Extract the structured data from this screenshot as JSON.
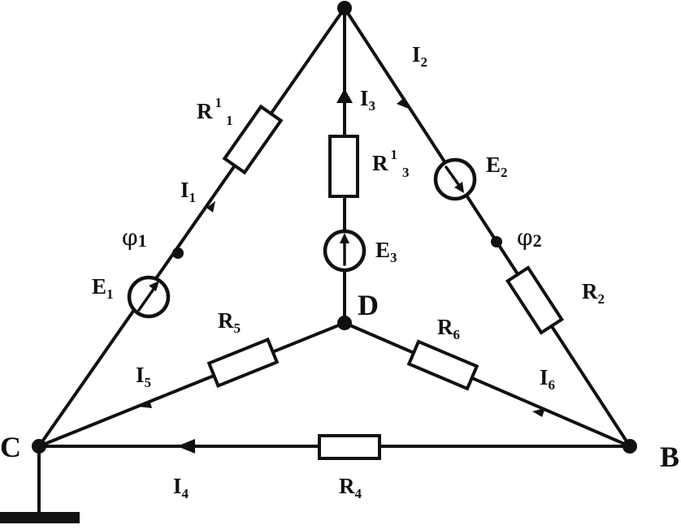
{
  "diagram": {
    "nodes": {
      "C": "C",
      "D": "D",
      "B": "B"
    },
    "potentials": {
      "phi1": {
        "symbol": "φ",
        "index": "1"
      },
      "phi2": {
        "symbol": "φ",
        "index": "2"
      }
    },
    "resistors": {
      "R11": {
        "main": "R",
        "sup": "1",
        "sub": "1"
      },
      "R13": {
        "main": "R",
        "sup": "1",
        "sub": "3"
      },
      "R2": {
        "main": "R",
        "sub": "2"
      },
      "R4": {
        "main": "R",
        "sub": "4"
      },
      "R5": {
        "main": "R",
        "sub": "5"
      },
      "R6": {
        "main": "R",
        "sub": "6"
      }
    },
    "sources": {
      "E1": {
        "main": "E",
        "sub": "1"
      },
      "E2": {
        "main": "E",
        "sub": "2"
      },
      "E3": {
        "main": "E",
        "sub": "3"
      }
    },
    "currents": {
      "I1": {
        "main": "I",
        "sub": "1"
      },
      "I2": {
        "main": "I",
        "sub": "2"
      },
      "I3": {
        "main": "I",
        "sub": "3"
      },
      "I4": {
        "main": "I",
        "sub": "4"
      },
      "I5": {
        "main": "I",
        "sub": "5"
      },
      "I6": {
        "main": "I",
        "sub": "6"
      }
    }
  }
}
